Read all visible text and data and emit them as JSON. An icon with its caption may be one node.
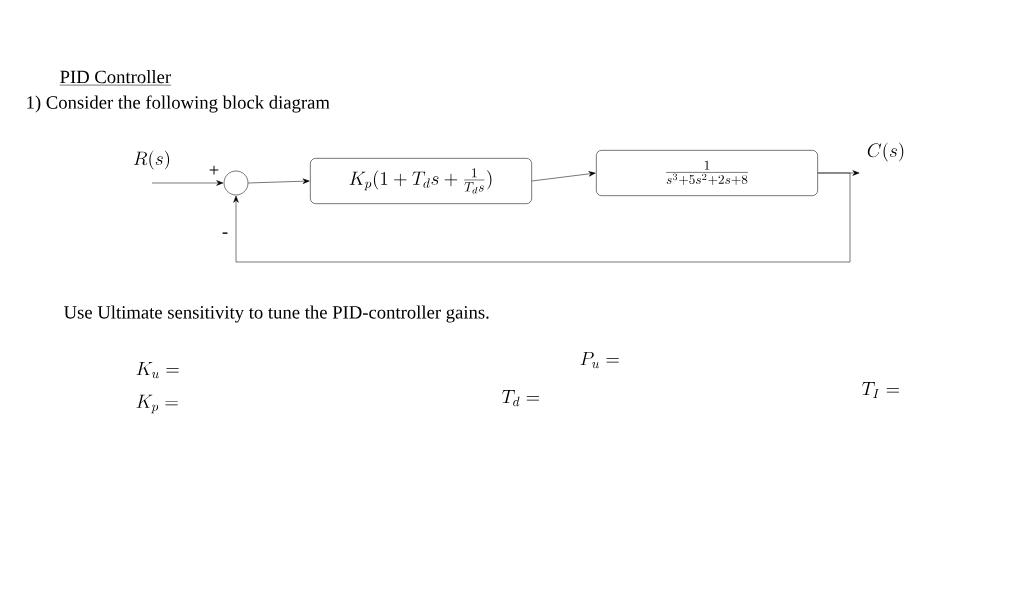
{
  "diagram": {
    "title": "PID Controller",
    "nodes": [
      {
        "text": [
          "R(s)"
        ]
      },
      {
        "text": [],
        "shape": "circle",
        "beside": [
          "+",
          "-"
        ]
      },
      {
        "text": [
          "K_p(1 + T_d s + \\frac{1}{T_d s})"
        ]
      },
      {
        "text": [
          "\\frac{1}{s^3+5s^2+2s+8}"
        ]
      },
      {
        "text": [
          "C(s)"
        ]
      }
    ],
    "edges": [
      {
        "from": 0,
        "to": 1,
        "arrow": "to"
      },
      {
        "from": 1,
        "to": 2,
        "arrow": "to"
      },
      {
        "from": 2,
        "to": 3,
        "arrow": "to"
      },
      {
        "from": 3,
        "to": 4,
        "arrow": "to"
      },
      {
        "from": 3,
        "to": 1,
        "arrow": "to"
      }
    ],
    "labels": [
      "1) Consider the following block diagram",
      "Use Ultimate sensitivity to tune the PID-controller gains.",
      "K_u =",
      "P_u =",
      "K_p =",
      "T_d =",
      "T_I ="
    ]
  }
}
